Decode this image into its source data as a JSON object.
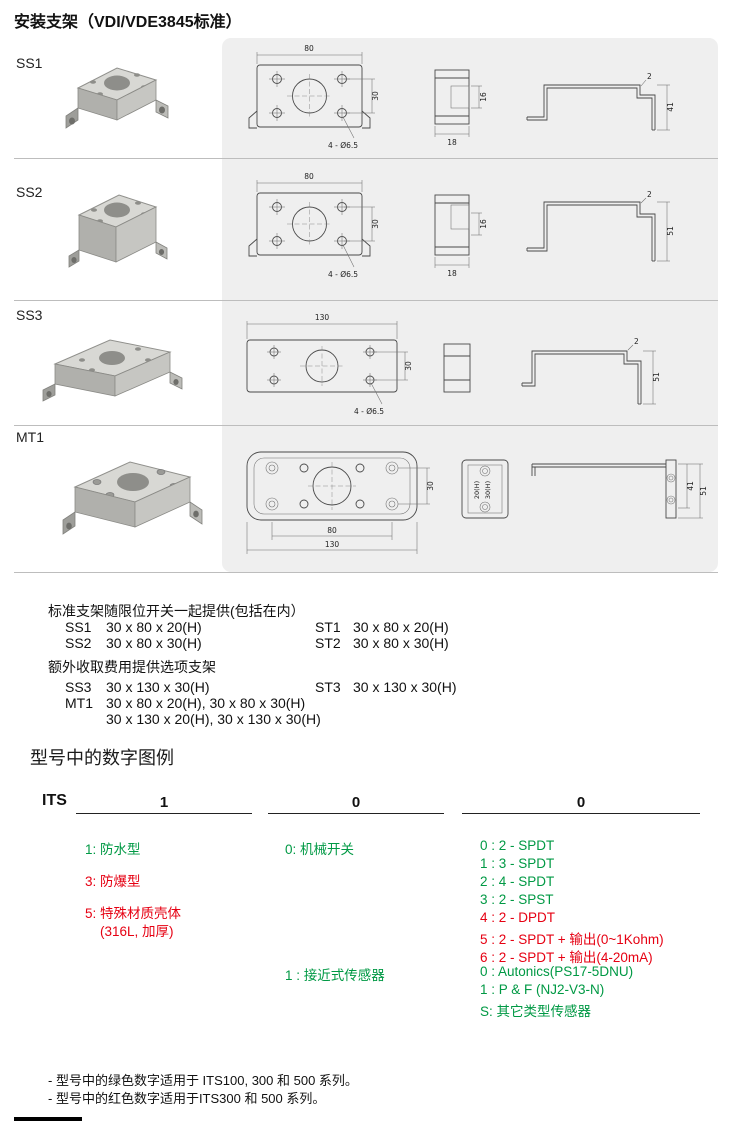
{
  "page": {
    "title": "安装支架（VDI/VDE3845标准）",
    "legend_title": "型号中的数字图例"
  },
  "rows": [
    {
      "label": "SS1"
    },
    {
      "label": "SS2"
    },
    {
      "label": "SS3"
    },
    {
      "label": "MT1"
    }
  ],
  "drawings": {
    "ss1": {
      "width": "80",
      "height": "30",
      "holes": "4 - Ø6.5",
      "depth": "16",
      "base": "18",
      "profile_height": "41",
      "thickness": "2"
    },
    "ss2": {
      "width": "80",
      "height": "30",
      "holes": "4 - Ø6.5",
      "depth": "16",
      "base": "18",
      "profile_height": "51",
      "thickness": "2"
    },
    "ss3": {
      "width": "130",
      "height": "30",
      "holes": "4 - Ø6.5",
      "profile_height": "51",
      "thickness": "2"
    },
    "mt1": {
      "height": "30",
      "inner_width": "80",
      "outer_width": "130",
      "height_a": "20(H)",
      "height_b": "30(H)",
      "profile_a": "41",
      "profile_b": "51"
    }
  },
  "sizes": {
    "standard_note": "标准支架随限位开关一起提供(包括在内）",
    "standard": [
      {
        "code": "SS1",
        "size": "30 x 80 x 20(H)",
        "code2": "ST1",
        "size2": "30 x 80 x 20(H)"
      },
      {
        "code": "SS2",
        "size": "30 x 80 x 30(H)",
        "code2": "ST2",
        "size2": "30 x 80 x 30(H)"
      }
    ],
    "optional_note": "额外收取费用提供选项支架",
    "optional": [
      {
        "code": "SS3",
        "size": "30 x 130 x 30(H)",
        "code2": "ST3",
        "size2": "30 x 130 x 30(H)"
      },
      {
        "code": "MT1",
        "size": "30 x 80 x 20(H), 30 x 80 x 30(H)"
      },
      {
        "size": "30 x 130 x 20(H), 30 x 130 x 30(H)"
      }
    ]
  },
  "legend": {
    "prefix": "ITS",
    "digits": [
      "1",
      "0",
      "0"
    ],
    "col1": [
      {
        "text": "1: 防水型",
        "color": "green"
      },
      {
        "text": "3: 防爆型",
        "color": "red"
      },
      {
        "text": "5: 特殊材质壳体",
        "color": "red"
      },
      {
        "text": "(316L, 加厚)",
        "color": "red"
      }
    ],
    "col2": [
      {
        "text": "0: 机械开关",
        "color": "green"
      },
      {
        "text": "1 : 接近式传感器",
        "color": "green"
      }
    ],
    "col3": [
      {
        "text": "0 : 2 - SPDT",
        "color": "green"
      },
      {
        "text": "1 : 3 - SPDT",
        "color": "green"
      },
      {
        "text": "2 : 4 - SPDT",
        "color": "green"
      },
      {
        "text": "3 : 2 - SPST",
        "color": "green"
      },
      {
        "text": "4 : 2 - DPDT",
        "color": "red"
      },
      {
        "text": "5 : 2 - SPDT + 输出(0~1Kohm)",
        "color": "red"
      },
      {
        "text": "6 : 2 - SPDT + 输出(4-20mA)",
        "color": "red"
      },
      {
        "text": "0 : Autonics(PS17-5DNU)",
        "color": "green"
      },
      {
        "text": "1 : P & F (NJ2-V3-N)",
        "color": "green"
      },
      {
        "text": "S: 其它类型传感器",
        "color": "green"
      }
    ]
  },
  "footnotes": [
    "- 型号中的绿色数字适用于 ITS100, 300 和 500 系列。",
    "- 型号中的红色数字适用于ITS300 和 500 系列。"
  ],
  "colors": {
    "green": "#009944",
    "red": "#e60012",
    "panel_bg": "#efefef"
  }
}
